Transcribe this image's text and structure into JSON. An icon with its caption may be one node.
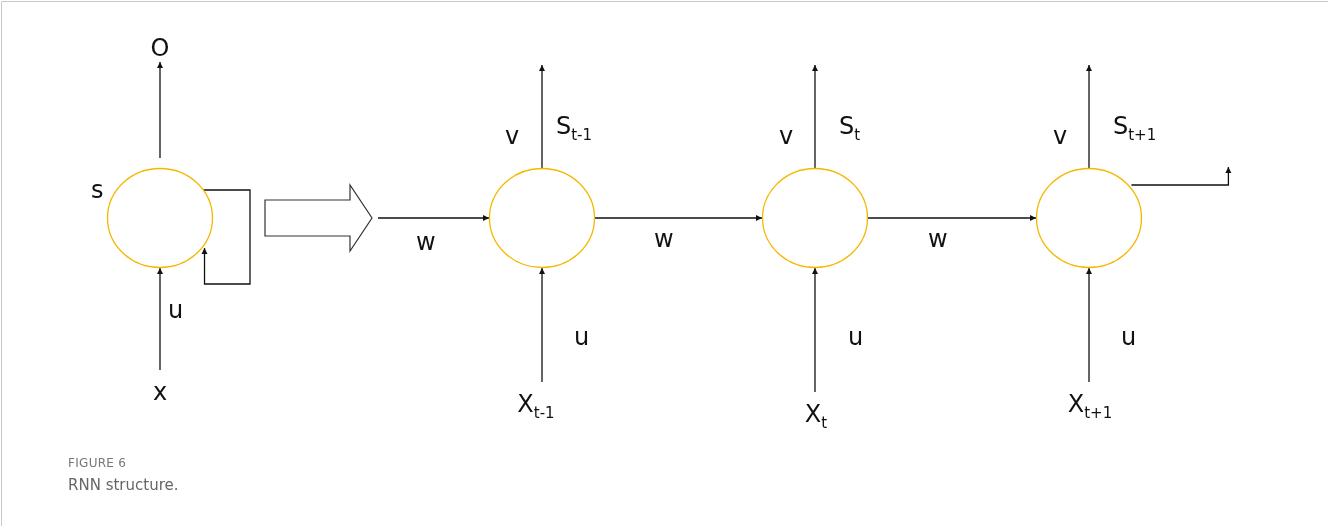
{
  "diagram": {
    "title": "FIGURE 6",
    "caption": "RNN structure.",
    "nodes": [
      {
        "text": [
          "O"
        ]
      },
      {
        "text": [],
        "shape": "circle",
        "beside": [
          "s"
        ]
      },
      {
        "text": [
          "x"
        ]
      },
      {
        "text": [],
        "shape": "circle",
        "beside": [
          "S$_{t-1}$"
        ]
      },
      {
        "text": [
          "X$_{t-1}$"
        ]
      },
      {
        "text": [],
        "shape": "circle",
        "beside": [
          "S$_{t}$"
        ]
      },
      {
        "text": [
          "X$_{t}$"
        ]
      },
      {
        "text": [],
        "shape": "circle",
        "beside": [
          "S$_{t+1}$"
        ]
      },
      {
        "text": [
          "X$_{t+1}$"
        ]
      }
    ],
    "edges": [
      {
        "from": 1,
        "to": 0,
        "arrow": "to"
      },
      {
        "from": 2,
        "to": 1,
        "arrow": "to",
        "label": "u"
      },
      {
        "from": 1,
        "to": 1,
        "arrow": "to"
      },
      {
        "from": null,
        "to": 3,
        "arrow": "to",
        "label": "w"
      },
      {
        "from": 3,
        "to": 5,
        "arrow": "to",
        "label": "w"
      },
      {
        "from": 5,
        "to": 7,
        "arrow": "to",
        "label": "w"
      },
      {
        "from": 4,
        "to": 3,
        "arrow": "to",
        "label": "u"
      },
      {
        "from": 6,
        "to": 5,
        "arrow": "to",
        "label": "u"
      },
      {
        "from": 8,
        "to": 7,
        "arrow": "to",
        "label": "u"
      },
      {
        "from": 3,
        "to": null,
        "arrow": "to",
        "label": "v"
      },
      {
        "from": 5,
        "to": null,
        "arrow": "to",
        "label": "v"
      },
      {
        "from": 7,
        "to": null,
        "arrow": "to",
        "label": "v"
      },
      {
        "from": 7,
        "to": null,
        "arrow": "to"
      }
    ]
  }
}
